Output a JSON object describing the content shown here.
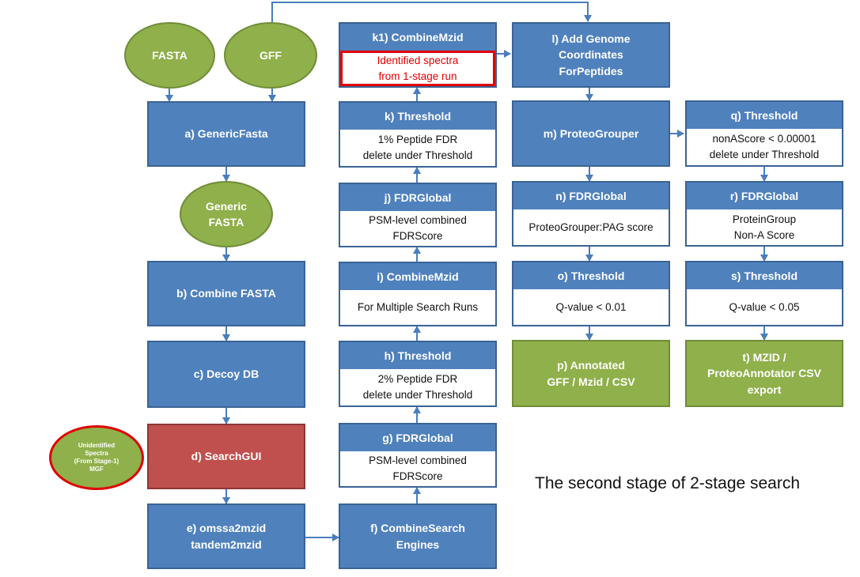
{
  "inputs": {
    "fasta": "FASTA",
    "gff": "GFF",
    "generic_fasta": [
      "Generic",
      "FASTA"
    ],
    "unidentified_spectra": [
      "Unidentified",
      "Spectra",
      "(From Stage-1)",
      "MGF"
    ]
  },
  "left_column": {
    "a": "a) GenericFasta",
    "b": "b) Combine FASTA",
    "c": "c) Decoy DB",
    "d": "d) SearchGUI",
    "e": [
      "e) omssa2mzid",
      "tandem2mzid"
    ]
  },
  "middle_column": {
    "f": [
      "f) CombineSearch",
      "Engines"
    ],
    "g": {
      "title": "g) FDRGlobal",
      "body": [
        "PSM-level combined",
        "FDRScore"
      ]
    },
    "h": {
      "title": "h) Threshold",
      "body": [
        "2% Peptide FDR",
        "delete under Threshold"
      ]
    },
    "i": {
      "title": "i) CombineMzid",
      "body": [
        "For Multiple Search Runs"
      ]
    },
    "j": {
      "title": "j) FDRGlobal",
      "body": [
        "PSM-level combined",
        "FDRScore"
      ]
    },
    "k": {
      "title": "k) Threshold",
      "body": [
        "1% Peptide FDR",
        "delete under Threshold"
      ]
    },
    "k1": {
      "title": "k1) CombineMzid",
      "body": [
        "Identified spectra",
        "from 1-stage run"
      ]
    }
  },
  "right_column": {
    "l": [
      "l) Add Genome",
      "Coordinates",
      "ForPeptides"
    ],
    "m": "m) ProteoGrouper",
    "n": {
      "title": "n) FDRGlobal",
      "body": [
        "ProteoGrouper:PAG score"
      ]
    },
    "o": {
      "title": "o) Threshold",
      "body": [
        "Q-value < 0.01"
      ]
    },
    "p": [
      "p) Annotated",
      "GFF / Mzid / CSV"
    ]
  },
  "far_right_column": {
    "q": {
      "title": "q) Threshold",
      "body": [
        "nonAScore < 0.00001",
        "delete under Threshold"
      ]
    },
    "r": {
      "title": "r) FDRGlobal",
      "body": [
        "ProteinGroup",
        "Non-A Score"
      ]
    },
    "s": {
      "title": "s) Threshold",
      "body": [
        "Q-value < 0.05"
      ]
    },
    "t": [
      "t) MZID /",
      "ProteoAnnotator CSV",
      "export"
    ]
  },
  "caption": "The second stage of 2-stage search",
  "colors": {
    "process_blue": "#4f81bd",
    "input_green": "#8fb04a",
    "search_red": "#c0504d",
    "highlight_red": "#e00000",
    "arrow_blue": "#4a7ebb"
  }
}
